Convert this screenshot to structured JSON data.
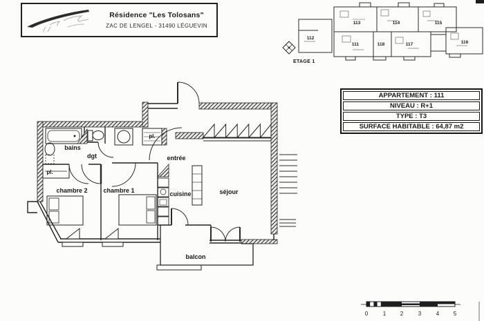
{
  "header": {
    "title": "Résidence \"Les Tolosans\"",
    "address": "ZAC DE LENGEL - 31490 LÉGUEVIN"
  },
  "site_plan": {
    "floor_label": "ETAGE 1",
    "unit_numbers": [
      "113",
      "114",
      "115",
      "112",
      "111",
      "118",
      "117",
      "116"
    ]
  },
  "info_table": {
    "rows": [
      "APPARTEMENT : 111",
      "NIVEAU : R+1",
      "TYPE : T3",
      "SURFACE HABITABLE : 64,87 m2"
    ]
  },
  "floor_plan": {
    "room_labels": {
      "bains": "bains",
      "dgt": "dgt",
      "pl_left": "pl.",
      "pl_entree": "pl.",
      "chambre2": "chambre 2",
      "chambre1": "chambre 1",
      "entree": "entrée",
      "cuisine": "cuisine",
      "sejour": "séjour",
      "balcon": "balcon"
    }
  },
  "scale_bar": {
    "tick_labels": [
      "0",
      "1",
      "2",
      "3",
      "4",
      "5"
    ]
  }
}
